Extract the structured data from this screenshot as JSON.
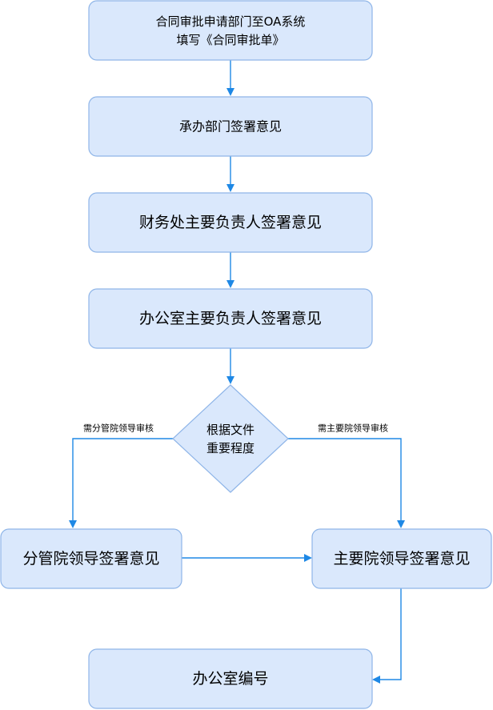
{
  "flowchart": {
    "nodes": {
      "apply": {
        "line1": "合同审批申请部门至OA系统",
        "line2": "填写《合同审批单》"
      },
      "dept_opinion": {
        "label": "承办部门签署意见"
      },
      "finance_opinion": {
        "label": "财务处主要负责人签署意见"
      },
      "office_opinion": {
        "label": "办公室主要负责人签署意见"
      },
      "decision": {
        "line1": "根据文件",
        "line2": "重要程度"
      },
      "deputy_leader_opinion": {
        "label": "分管院领导签署意见"
      },
      "main_leader_opinion": {
        "label": "主要院领导签署意见"
      },
      "office_numbering": {
        "label": "办公室编号"
      }
    },
    "edge_labels": {
      "to_deputy": "需分管院领导审核",
      "to_main": "需主要院领导审核"
    }
  },
  "colors": {
    "node_fill": "#dae8fc",
    "node_border": "#8fb5e8",
    "connector": "#1e88e5"
  }
}
